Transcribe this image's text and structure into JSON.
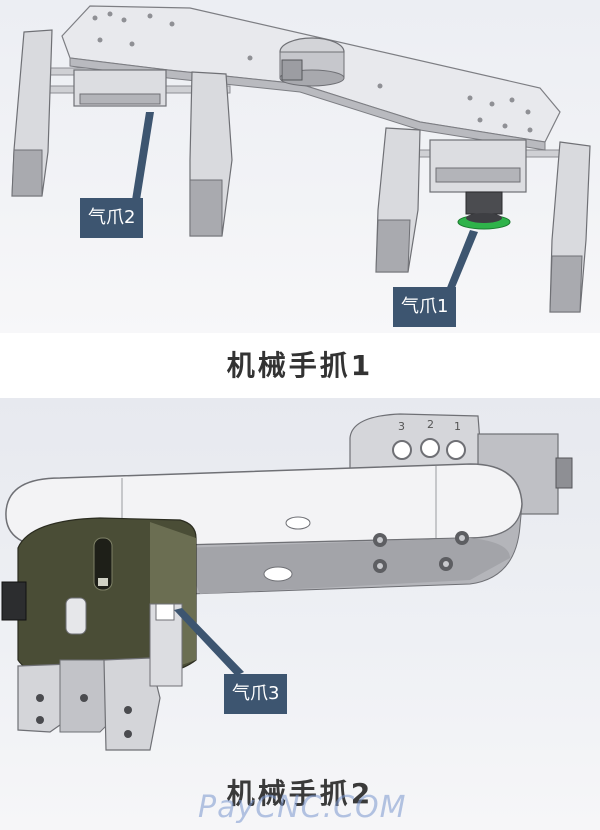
{
  "figure1": {
    "caption": "机械手抓1",
    "labels": {
      "left": "气爪2",
      "right": "气爪1"
    }
  },
  "figure2": {
    "caption": "机械手抓2",
    "label": "气爪3",
    "engraved_numbers": [
      "3",
      "2",
      "1"
    ]
  },
  "watermark": "PayCNC.COM",
  "colors": {
    "label_bg": "#3d5570",
    "caption_text": "#333333",
    "metal_light": "#e4e5e9",
    "metal_dark": "#9a9ba0",
    "accent_green": "#2fb34a",
    "cylinder_olive": "#4a4d36"
  }
}
